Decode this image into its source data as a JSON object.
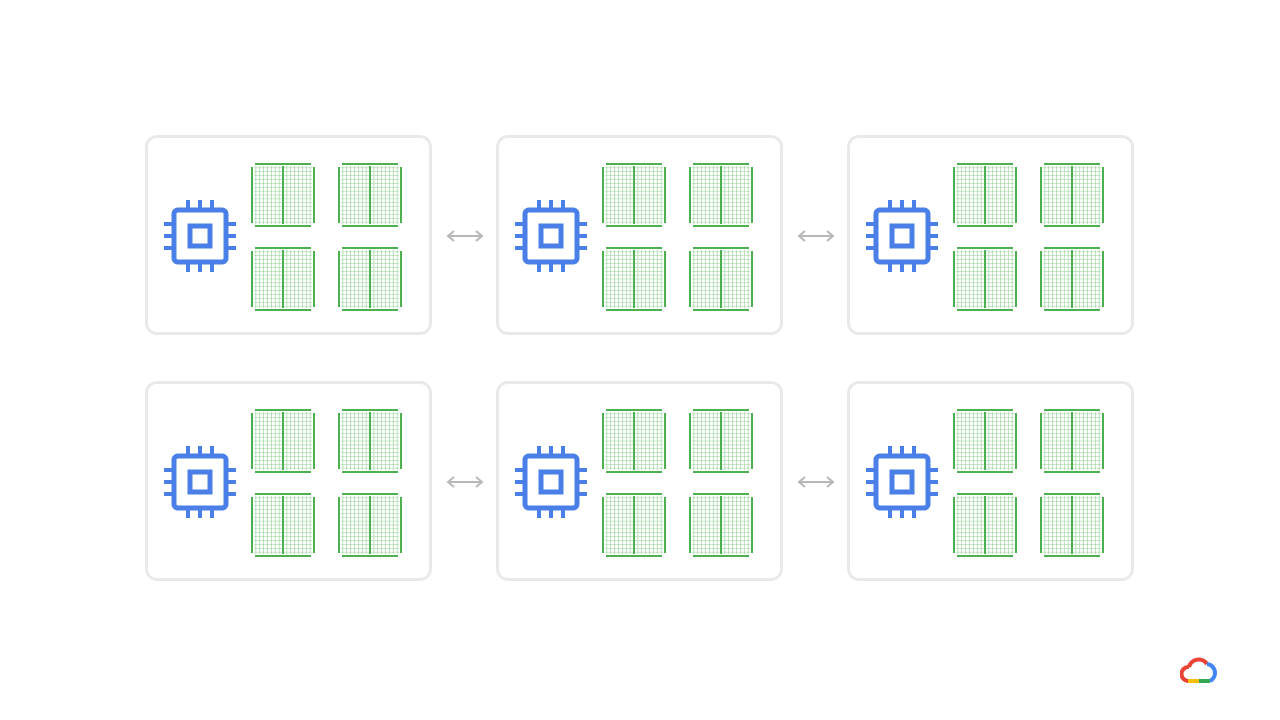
{
  "diagram": {
    "rows": [
      {
        "hosts": [
          {
            "cpu_icon": "cpu-chip-icon",
            "accelerator_icon": "tpu-chip-icon",
            "accelerator_count": 4
          },
          {
            "cpu_icon": "cpu-chip-icon",
            "accelerator_icon": "tpu-chip-icon",
            "accelerator_count": 4
          },
          {
            "cpu_icon": "cpu-chip-icon",
            "accelerator_icon": "tpu-chip-icon",
            "accelerator_count": 4
          }
        ],
        "links": [
          {
            "icon": "bidirectional-arrow-icon"
          },
          {
            "icon": "bidirectional-arrow-icon"
          }
        ]
      },
      {
        "hosts": [
          {
            "cpu_icon": "cpu-chip-icon",
            "accelerator_icon": "tpu-chip-icon",
            "accelerator_count": 4
          },
          {
            "cpu_icon": "cpu-chip-icon",
            "accelerator_icon": "tpu-chip-icon",
            "accelerator_count": 4
          },
          {
            "cpu_icon": "cpu-chip-icon",
            "accelerator_icon": "tpu-chip-icon",
            "accelerator_count": 4
          }
        ],
        "links": [
          {
            "icon": "bidirectional-arrow-icon"
          },
          {
            "icon": "bidirectional-arrow-icon"
          }
        ]
      }
    ]
  },
  "colors": {
    "cpu": "#4a7fe8",
    "accelerator": "#4cb050",
    "accelerator_grid": "#8fd092",
    "host_border": "#e9e9e9",
    "link": "#b8b8b8"
  },
  "logo": {
    "icon": "google-cloud-logo-icon"
  }
}
